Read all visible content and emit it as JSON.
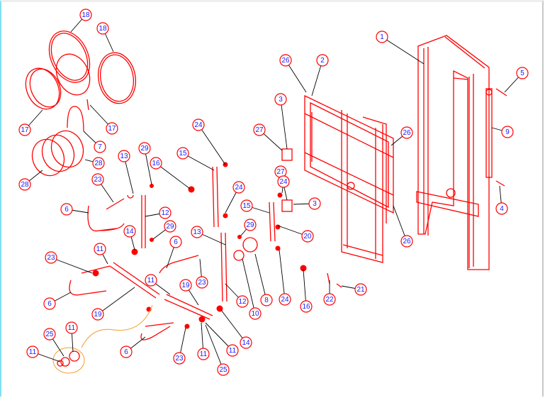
{
  "diagram": {
    "callouts": [
      "1",
      "2",
      "26",
      "3",
      "5",
      "9",
      "4",
      "26",
      "26",
      "27",
      "27",
      "24",
      "3",
      "24",
      "24",
      "15",
      "15",
      "20",
      "13",
      "29",
      "16",
      "23",
      "12",
      "29",
      "6",
      "14",
      "11",
      "23",
      "6",
      "13",
      "29",
      "12",
      "10",
      "8",
      "24",
      "16",
      "22",
      "21",
      "19",
      "11",
      "23",
      "19",
      "6",
      "14",
      "11",
      "11",
      "25",
      "23",
      "6",
      "11",
      "25",
      "11",
      "18",
      "18",
      "17",
      "17",
      "7",
      "28",
      "28"
    ],
    "colors": {
      "parts": "#ff0000",
      "callout_text": "#1a1aff",
      "highlight": "#f39c2a"
    }
  }
}
